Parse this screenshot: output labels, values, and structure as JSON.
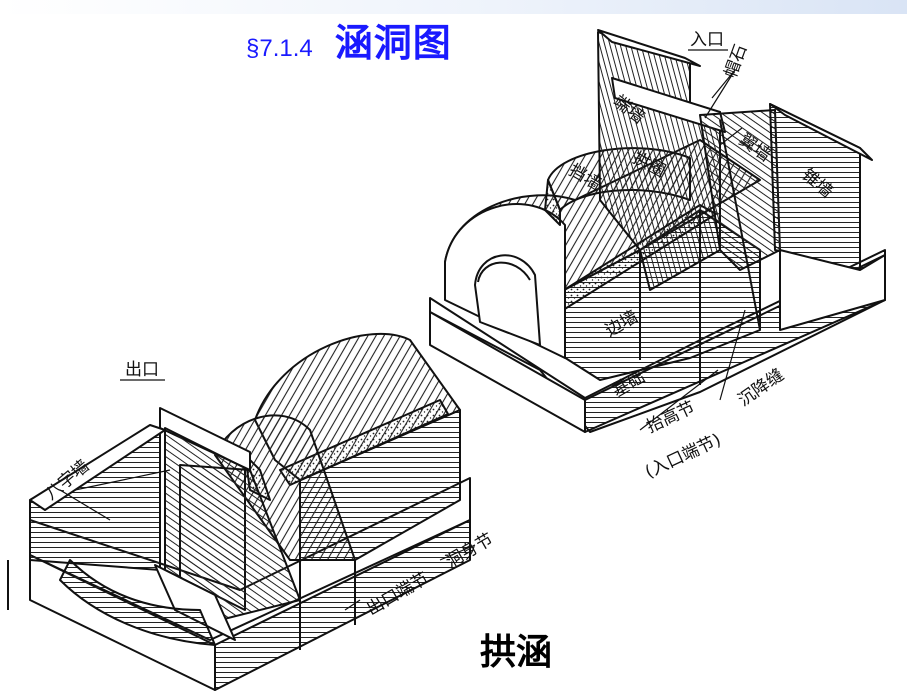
{
  "title": {
    "section_number": "§7.1.4",
    "section_title": "涵洞图"
  },
  "caption": "拱涵",
  "labels": {
    "inlet": "入口",
    "cap_stone": "帽石",
    "end_wall": "端墙",
    "wing_wall": "翼墙",
    "parapet": "挡墙",
    "arch_ring": "拱圈",
    "cone_slope": "锥墙",
    "side_wall": "边墙",
    "foundation": "基础",
    "raised_section": "抬高节",
    "inlet_end_section": "(入口端节)",
    "settlement_joint": "沉降缝",
    "outlet": "出口",
    "splayed_wall": "八字墙",
    "outlet_end_section": "出口端节",
    "barrel_section": "洞身节"
  },
  "colors": {
    "accent": "#1a1aff",
    "line": "#111111"
  }
}
